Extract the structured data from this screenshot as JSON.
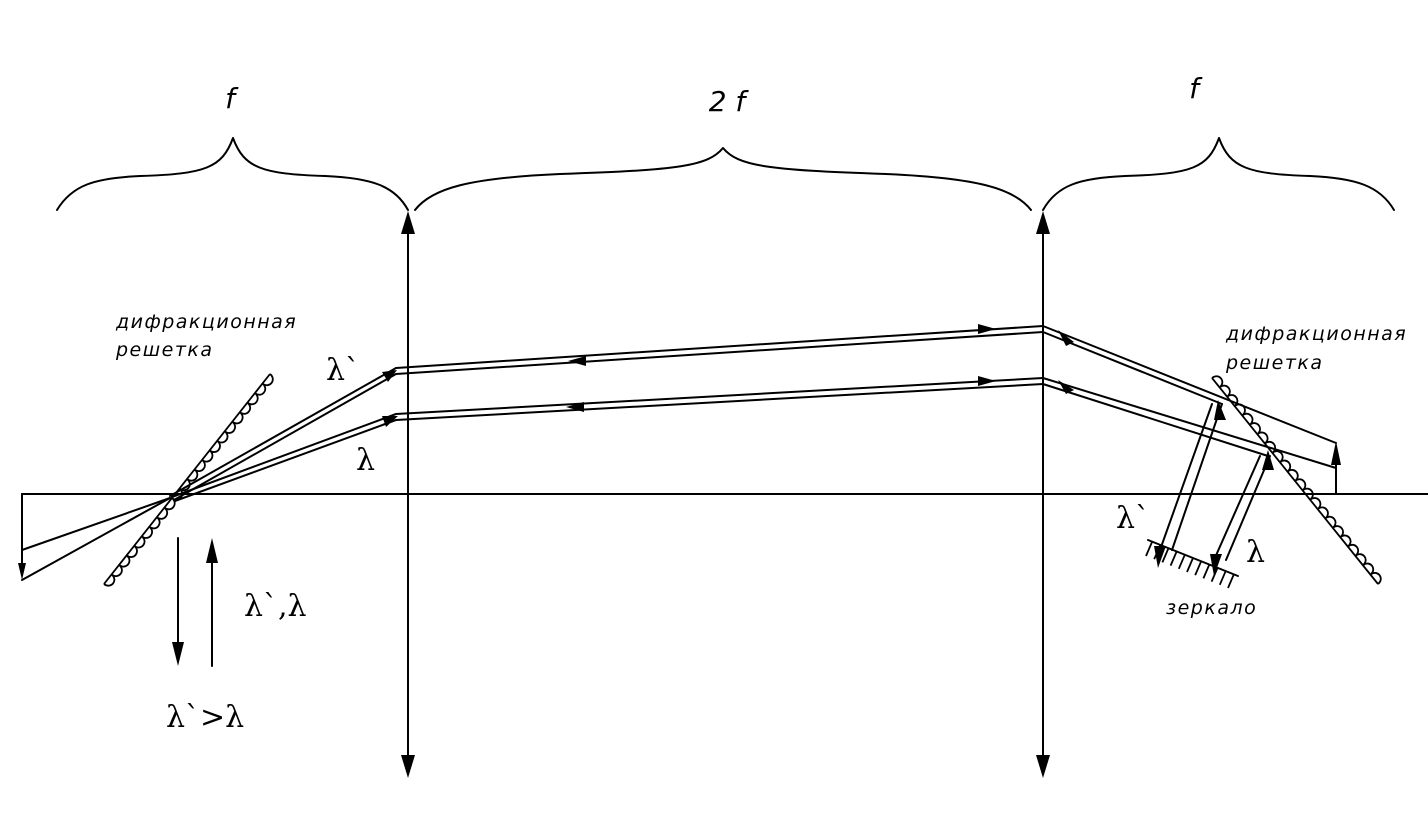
{
  "dimensions": {
    "left_focal": "f",
    "middle_span": "2 f",
    "right_focal": "f"
  },
  "left_grating": {
    "label_line1": "дифракционная",
    "label_line2": "решетка"
  },
  "right_grating": {
    "label_line1": "дифракционная",
    "label_line2": "решетка"
  },
  "mirror": {
    "label": "зеркало"
  },
  "wavelengths": {
    "upper_beam": "λ`",
    "lower_beam": "λ",
    "input_beam": "λ`,λ",
    "relation": "λ`>λ",
    "mirror_left": "λ`",
    "mirror_right": "λ"
  }
}
